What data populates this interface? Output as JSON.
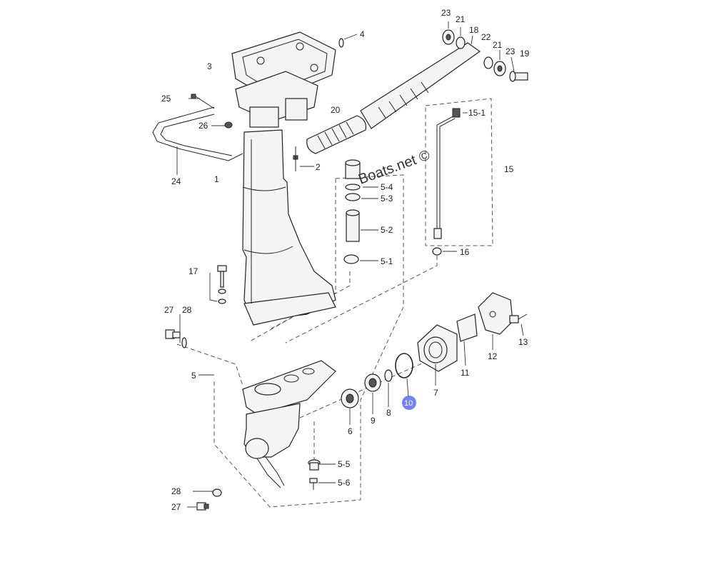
{
  "watermark": "Boats.net ©",
  "highlight_color": "#5b6cf0",
  "callouts": {
    "c1": "1",
    "c2": "2",
    "c3": "3",
    "c4": "4",
    "c5": "5",
    "c5_1": "5-1",
    "c5_2": "5-2",
    "c5_3": "5-3",
    "c5_4": "5-4",
    "c5_5": "5-5",
    "c5_6": "5-6",
    "c6": "6",
    "c7": "7",
    "c8": "8",
    "c9": "9",
    "c10": "10",
    "c11": "11",
    "c12": "12",
    "c13": "13",
    "c15": "15",
    "c15_1": "15-1",
    "c16": "16",
    "c17": "17",
    "c18": "18",
    "c19": "19",
    "c20": "20",
    "c21a": "21",
    "c21b": "21",
    "c22": "22",
    "c23a": "23",
    "c23b": "23",
    "c24": "24",
    "c25": "25",
    "c26": "26",
    "c27a": "27",
    "c27b": "27",
    "c28a": "28",
    "c28b": "28"
  }
}
